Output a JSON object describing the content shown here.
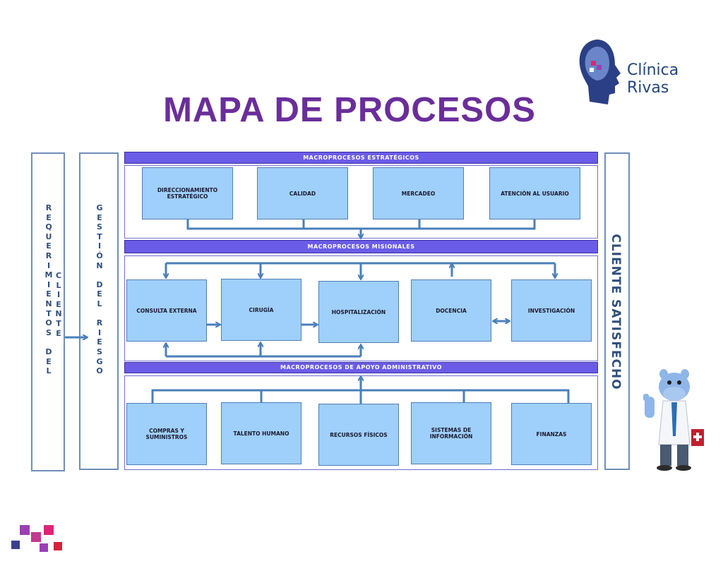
{
  "title": "MAPA DE PROCESOS",
  "logo": {
    "name": "Clínica Rivas"
  },
  "left_column_1": {
    "letters": [
      "R",
      "E",
      "Q",
      "U",
      "E",
      "R",
      "I",
      "M",
      "I",
      "E",
      "N",
      "T",
      "O",
      "S",
      "",
      "D",
      "E",
      "L"
    ],
    "overlay_letters": [
      "C",
      "L",
      "I",
      "E",
      "N",
      "T",
      "E"
    ]
  },
  "left_column_2": {
    "letters": [
      "G",
      "E",
      "S",
      "T",
      "I",
      "Ó",
      "N",
      "",
      "D",
      "E",
      "L",
      "",
      "R",
      "I",
      "E",
      "S",
      "G",
      "O"
    ]
  },
  "right_column": {
    "label": "CLIENTE  SATISFECHO"
  },
  "estrategicos": {
    "header": "MACROPROCESOS  ESTRATÉGICOS",
    "boxes": [
      "DIRECCIONAMIENTO ESTRATÉGICO",
      "CALIDAD",
      "MERCADEO",
      "ATENCIÓN AL USUARIO"
    ]
  },
  "misionales": {
    "header": "MACROPROCESOS  MISIONALES",
    "boxes": [
      "CONSULTA EXTERNA",
      "CIRUGÍA",
      "HOSPITALIZACIÓN",
      "DOCENCIA",
      "INVESTIGACIÓN"
    ]
  },
  "apoyo": {
    "header": "MACROPROCESOS  DE  APOYO  ADMINISTRATIVO",
    "boxes": [
      "COMPRAS Y SUMINISTROS",
      "TALENTO HUMANO",
      "RECURSOS FÍSICOS",
      "SISTEMAS DE INFORMACIÓN",
      "FINANZAS"
    ]
  },
  "colors": {
    "title": "#6a2e9a",
    "band": "#6b5ce7",
    "box": "#9fcffb",
    "arrow": "#4a7fb8"
  }
}
